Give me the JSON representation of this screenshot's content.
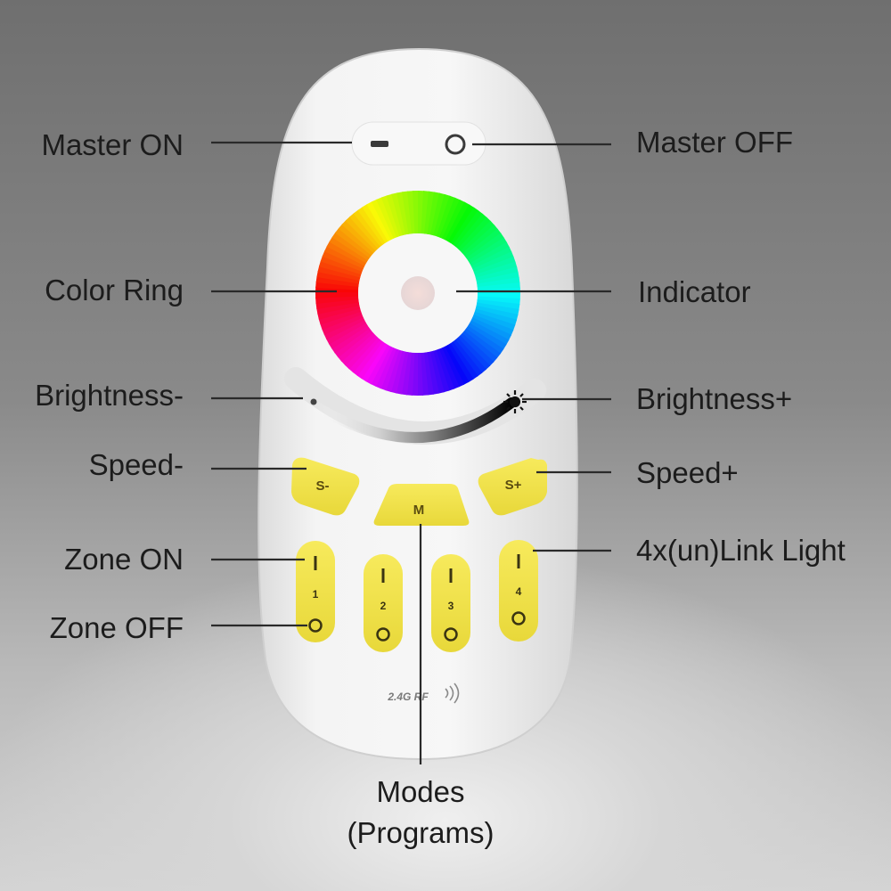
{
  "labels": {
    "master_on": "Master ON",
    "master_off": "Master OFF",
    "color_ring": "Color Ring",
    "indicator": "Indicator",
    "brightness_minus": "Brightness-",
    "brightness_plus": "Brightness+",
    "speed_minus": "Speed-",
    "speed_plus": "Speed+",
    "zone_on": "Zone ON",
    "zone_off": "Zone OFF",
    "link_light": "4x(un)Link Light",
    "modes_line1": "Modes",
    "modes_line2": "(Programs)"
  },
  "remote": {
    "speed_minus_key": "S-",
    "speed_plus_key": "S+",
    "mode_key": "M",
    "zone_numbers": [
      "1",
      "2",
      "3",
      "4"
    ],
    "rf_badge": "2.4G RF"
  },
  "colors": {
    "button_yellow": "#f2e44a",
    "remote_body": "#f1f1f1",
    "leader_line": "#2a2a2a"
  }
}
